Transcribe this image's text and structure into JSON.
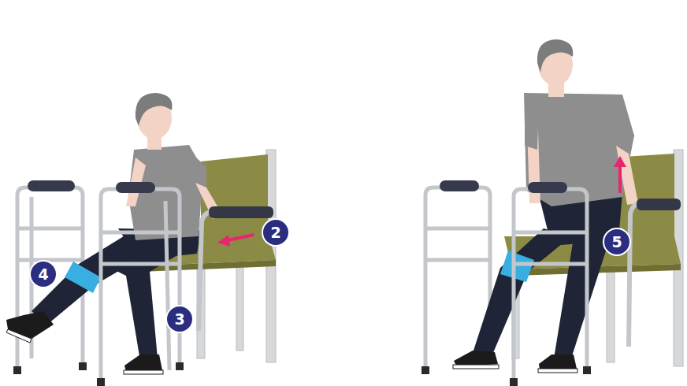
{
  "diagram": {
    "labels": [
      "4",
      "3",
      "2",
      "5"
    ]
  }
}
